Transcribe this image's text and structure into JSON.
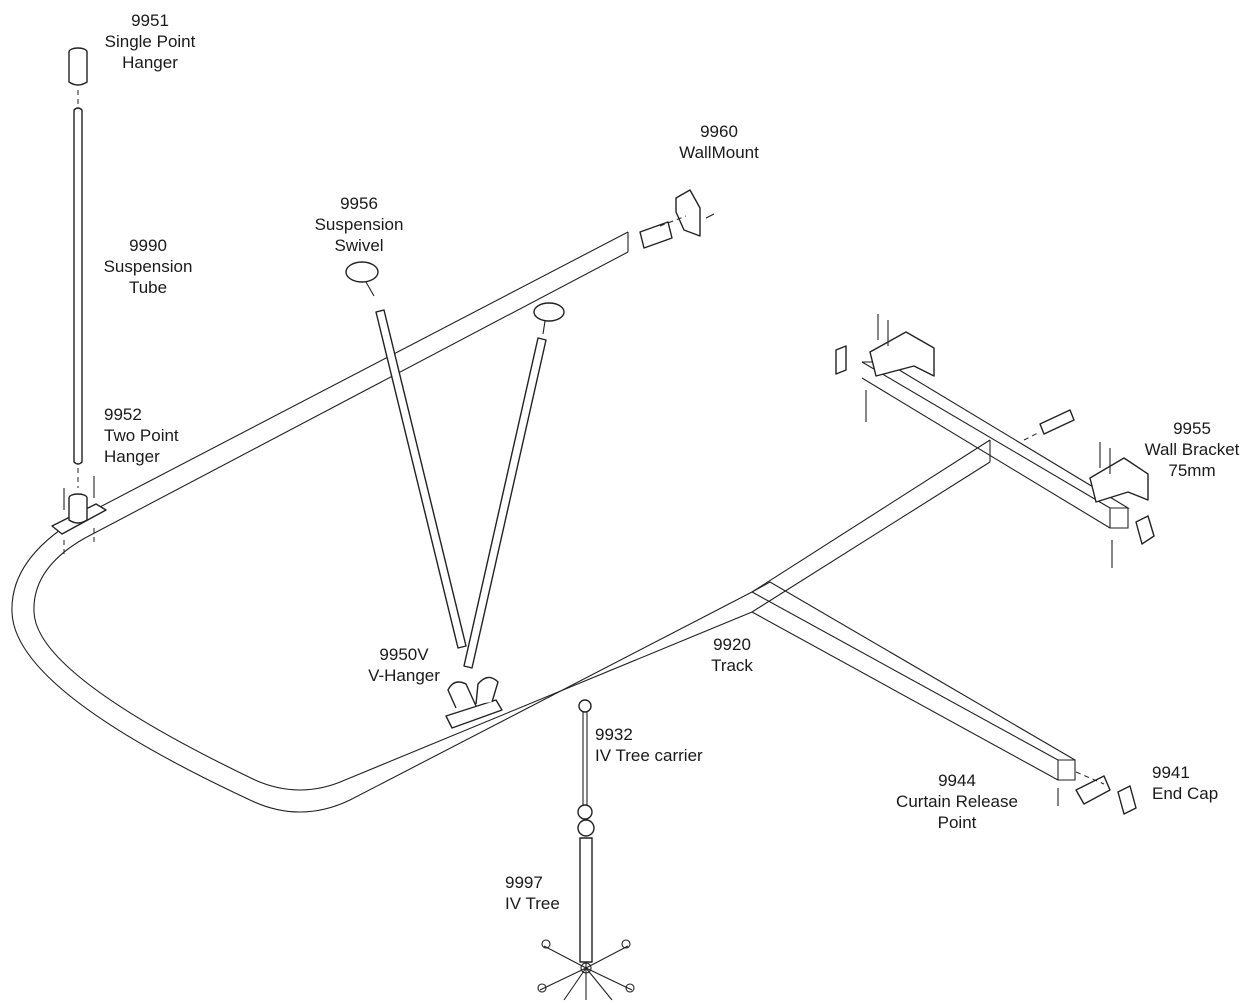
{
  "parts": {
    "p9951": {
      "code": "9951",
      "line1": "Single Point",
      "line2": "Hanger"
    },
    "p9990": {
      "code": "9990",
      "line1": "Suspension",
      "line2": "Tube"
    },
    "p9952": {
      "code": "9952",
      "line1": "Two Point",
      "line2": "Hanger"
    },
    "p9956": {
      "code": "9956",
      "line1": "Suspension",
      "line2": "Swivel"
    },
    "p9960": {
      "code": "9960",
      "line1": "WallMount"
    },
    "p9955": {
      "code": "9955",
      "line1": "Wall Bracket",
      "line2": "75mm"
    },
    "p9950V": {
      "code": "9950V",
      "line1": "V-Hanger"
    },
    "p9920": {
      "code": "9920",
      "line1": "Track"
    },
    "p9932": {
      "code": "9932",
      "line1": "IV Tree carrier"
    },
    "p9944": {
      "code": "9944",
      "line1": "Curtain Release",
      "line2": "Point"
    },
    "p9941": {
      "code": "9941",
      "line1": "End Cap"
    },
    "p9997": {
      "code": "9997",
      "line1": "IV Tree"
    }
  }
}
